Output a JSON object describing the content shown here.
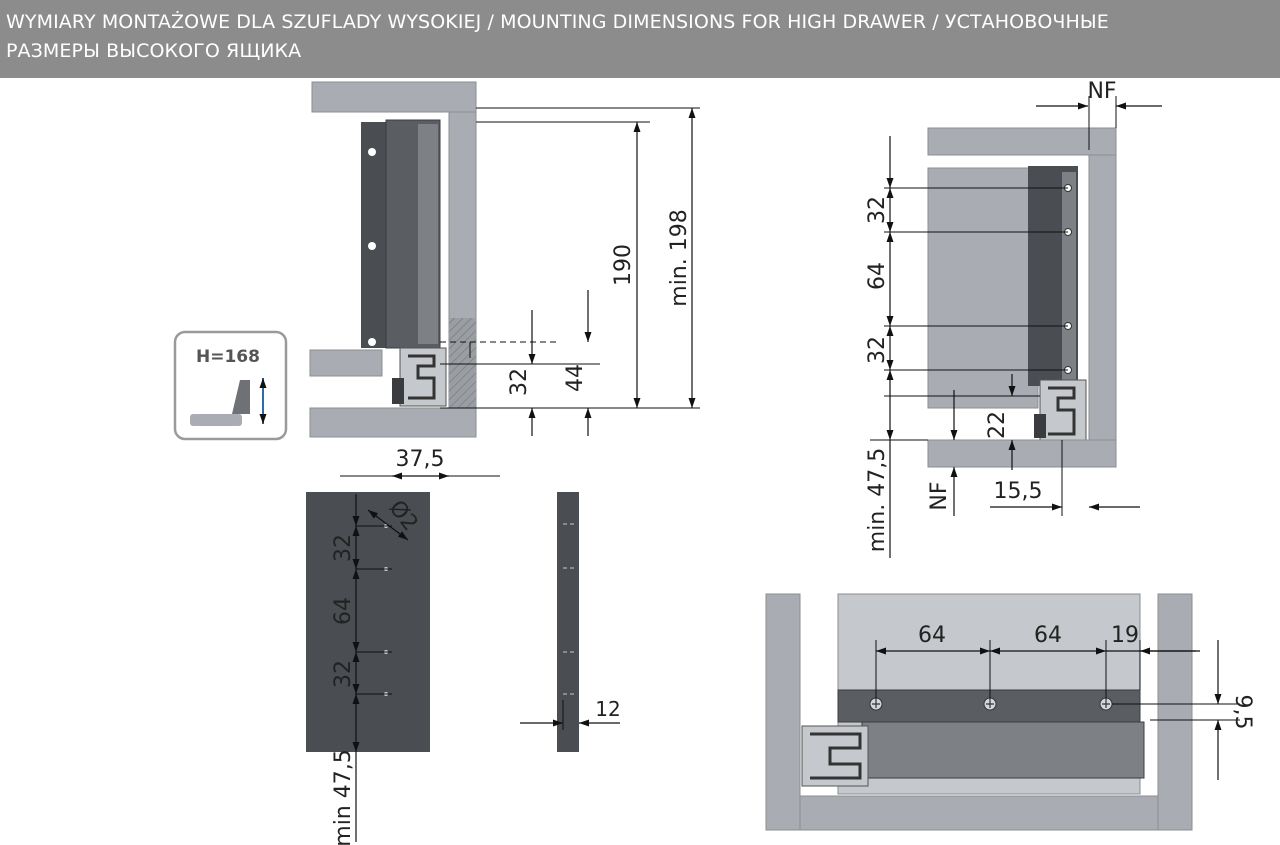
{
  "header": {
    "line1": "WYMIARY MONTAŻOWE DLA SZUFLADY WYSOKIEJ / MOUNTING DIMENSIONS FOR HIGH DRAWER / УСТАНОВОЧНЫЕ",
    "line2": "РАЗМЕРЫ ВЫСОКОГО  ЯЩИКА"
  },
  "badge": {
    "label": "H=168"
  },
  "side_view": {
    "dim_190": "190",
    "dim_min198": "min. 198",
    "dim_32": "32",
    "dim_44": "44",
    "dim_37_5": "37,5"
  },
  "front_panel": {
    "dim_d2": "Ø2",
    "dim_32a": "32",
    "dim_64": "64",
    "dim_32b": "32",
    "dim_min47_5": "min 47,5"
  },
  "edge_view": {
    "dim_12": "12"
  },
  "rear_view": {
    "dim_NF_top": "NF",
    "dim_32a": "32",
    "dim_64": "64",
    "dim_32b": "32",
    "dim_22": "22",
    "dim_min47_5": "min. 47,5",
    "dim_NF_bottom": "NF",
    "dim_15_5": "15,5"
  },
  "bottom_view": {
    "dim_64a": "64",
    "dim_64b": "64",
    "dim_19": "19",
    "dim_9_5": "9,5"
  },
  "colors": {
    "header_bg": "#8c8c8c",
    "panel_dark": "#4a4d52",
    "cabinet_gray": "#a9adb3",
    "rail_gray": "#c5c8cc"
  }
}
